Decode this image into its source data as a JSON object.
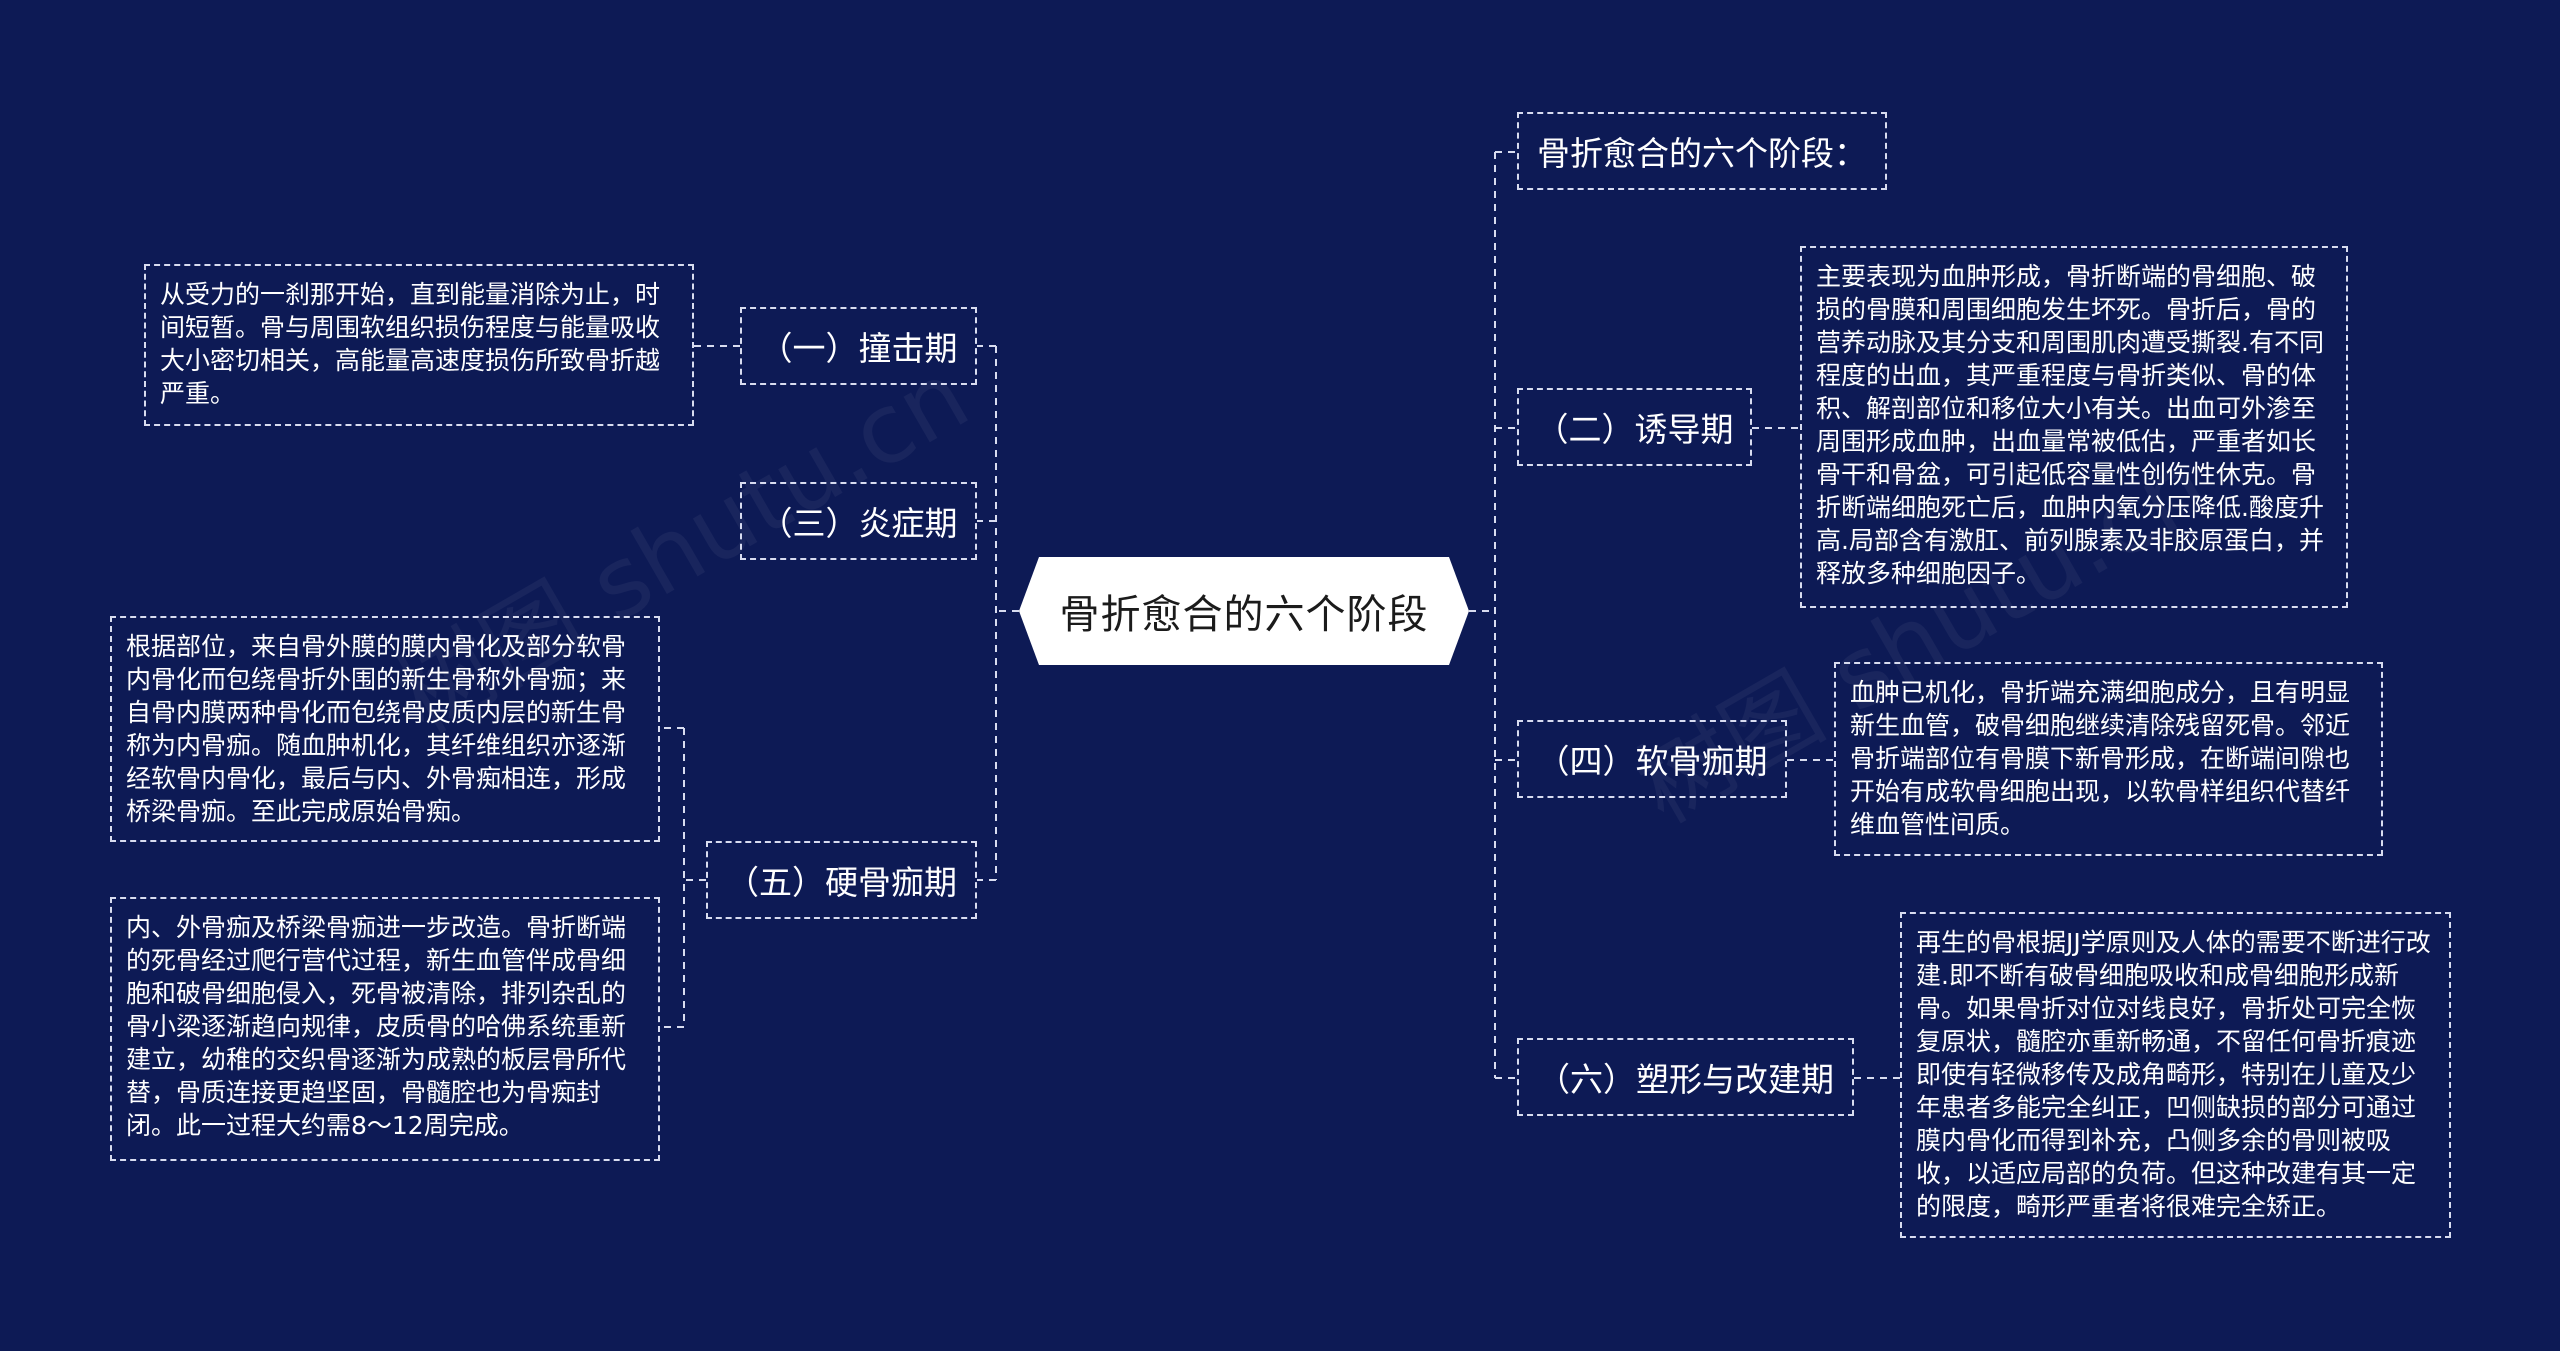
{
  "center": {
    "label": "骨折愈合的六个阶段"
  },
  "watermark": "树图 shutu.cn",
  "right": {
    "intro": {
      "label": "骨折愈合的六个阶段："
    },
    "stage2": {
      "label": "（二）诱导期",
      "note": "主要表现为血肿形成，骨折断端的骨细胞、破损的骨膜和周围细胞发生坏死。骨折后，骨的营养动脉及其分支和周围肌肉遭受撕裂.有不同程度的出血，其严重程度与骨折类似、骨的体积、解剖部位和移位大小有关。出血可外渗至周围形成血肿，出血量常被低估，严重者如长骨干和骨盆，可引起低容量性创伤性休克。骨折断端细胞死亡后，血肿内氧分压降低.酸度升高.局部含有激肛、前列腺素及非胶原蛋白，并释放多种细胞因子。"
    },
    "stage4": {
      "label": "（四）软骨痂期",
      "note": "血肿已机化，骨折端充满细胞成分，且有明显新生血管，破骨细胞继续清除残留死骨。邻近骨折端部位有骨膜下新骨形成，在断端间隙也开始有成软骨细胞出现，以软骨样组织代替纤维血管性间质。"
    },
    "stage6": {
      "label": "（六）塑形与改建期",
      "note": "再生的骨根据JJ学原则及人体的需要不断进行改建.即不断有破骨细胞吸收和成骨细胞形成新骨。如果骨折对位对线良好，骨折处可完全恢复原状，髓腔亦重新畅通，不留任何骨折痕迹即使有轻微移传及成角畸形，特别在儿童及少年患者多能完全纠正，凹侧缺损的部分可通过膜内骨化而得到补充，凸侧多余的骨则被吸收，以适应局部的负荷。但这种改建有其一定的限度，畸形严重者将很难完全矫正。"
    }
  },
  "left": {
    "stage1": {
      "label": "（一）撞击期",
      "note": "从受力的一刹那开始，直到能量消除为止，时间短暂。骨与周围软组织损伤程度与能量吸收大小密切相关，高能量高速度损伤所致骨折越严重。"
    },
    "stage3": {
      "label": "（三）炎症期"
    },
    "stage5": {
      "label": "（五）硬骨痂期",
      "note_a": "根据部位，来自骨外膜的膜内骨化及部分软骨内骨化而包绕骨折外围的新生骨称外骨痂；来自骨内膜两种骨化而包绕骨皮质内层的新生骨称为内骨痂。随血肿机化，其纤维组织亦逐渐经软骨内骨化，最后与内、外骨痴相连，形成桥梁骨痂。至此完成原始骨痴。",
      "note_b": "内、外骨痂及桥梁骨痂进一步改造。骨折断端的死骨经过爬行营代过程，新生血管伴成骨细胞和破骨细胞侵入，死骨被清除，排列杂乱的骨小梁逐渐趋向规律，皮质骨的哈佛系统重新建立，幼稚的交织骨逐渐为成熟的板层骨所代替，骨质连接更趋坚固，骨髓腔也为骨痴封闭。此一过程大约需8～12周完成。"
    }
  },
  "colors": {
    "background": "#0d1a55",
    "line": "#d8dcf0",
    "center_fill": "#ffffff"
  }
}
